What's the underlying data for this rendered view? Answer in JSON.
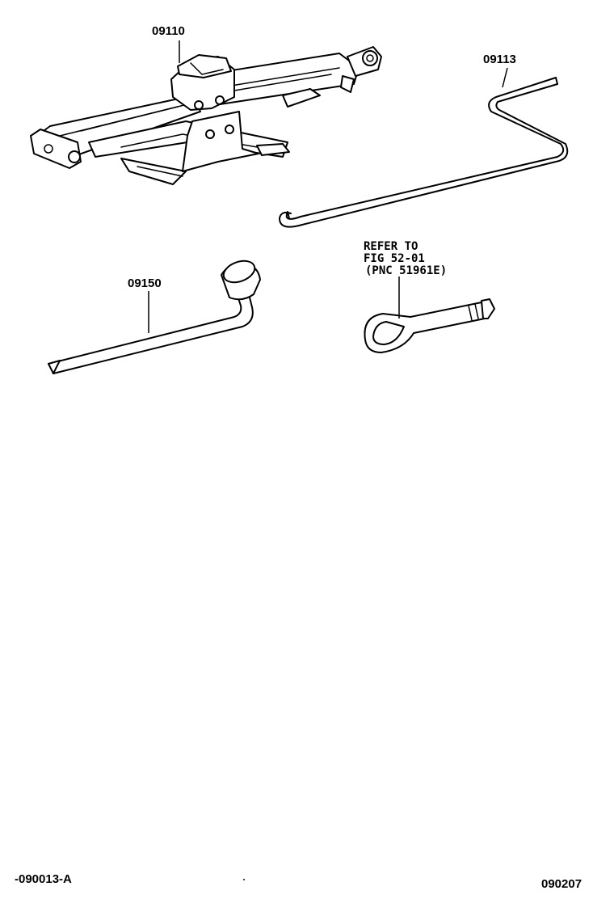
{
  "parts": [
    {
      "id": "jack",
      "code": "09110"
    },
    {
      "id": "jack_handle",
      "code": "09113"
    },
    {
      "id": "wrench",
      "code": "09150"
    }
  ],
  "reference_note": {
    "line1": "REFER TO",
    "line2": "FIG 52-01",
    "line3": "(PNC 51961E)"
  },
  "footer": {
    "left_code": "-090013-A",
    "right_code": "090207"
  }
}
